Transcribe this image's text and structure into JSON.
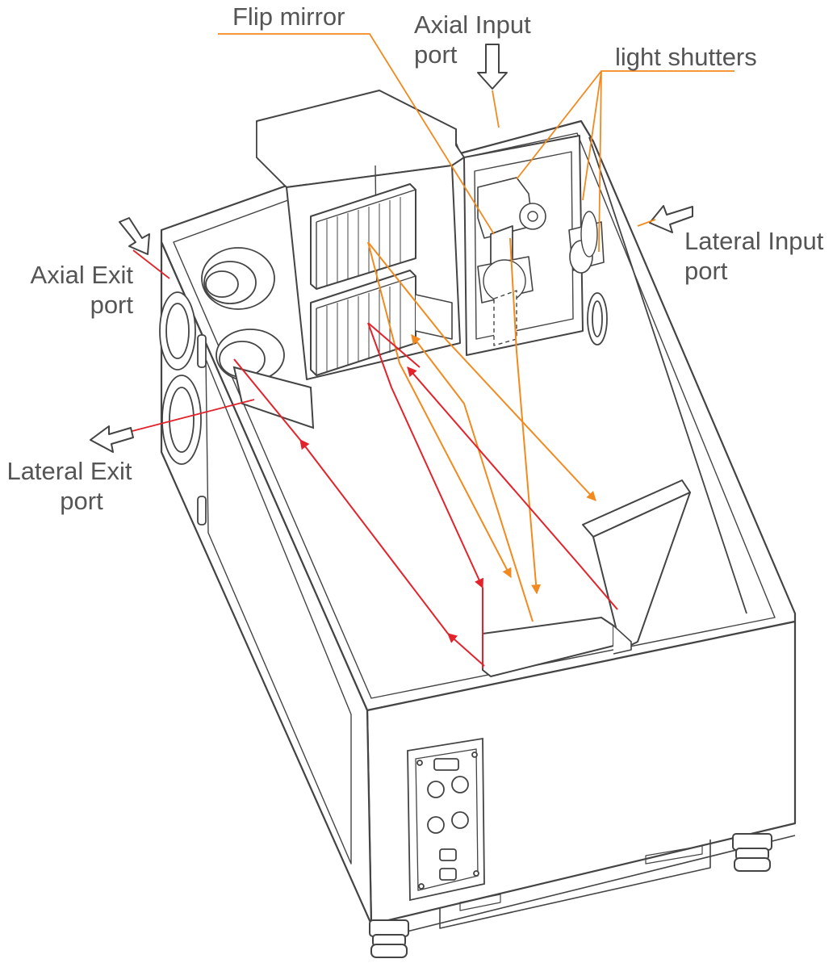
{
  "labels": {
    "flip_mirror": "Flip mirror",
    "axial_input_line1": "Axial Input",
    "axial_input_line2": "port",
    "light_shutters": "light shutters",
    "lateral_input_line1": "Lateral Input",
    "lateral_input_line2": "port",
    "axial_exit_line1": "Axial Exit",
    "axial_exit_line2": "port",
    "lateral_exit_line1": "Lateral Exit",
    "lateral_exit_line2": "port"
  },
  "colors": {
    "outline": "#444444",
    "input_beam": "#f28a1f",
    "output_beam": "#e3232b",
    "leader": "#f28a1f",
    "label_text": "#555555",
    "panel_fill": "#f4f4f4"
  }
}
